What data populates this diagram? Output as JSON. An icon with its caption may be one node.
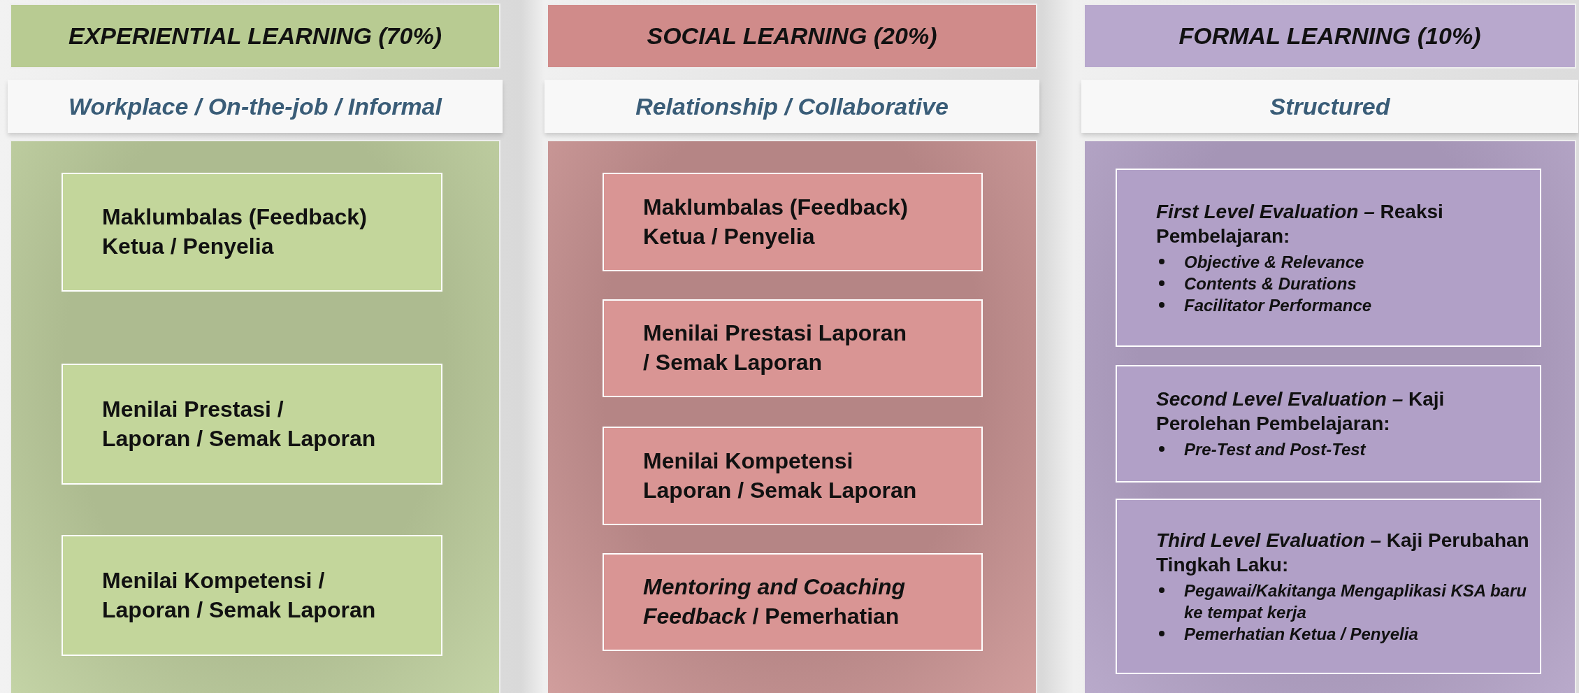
{
  "diagram": {
    "nodes": [
      {
        "text": [
          "EXPERIENTIAL LEARNING (70%)"
        ]
      },
      {
        "text": [
          "Workplace / On-the-job / Informal"
        ]
      },
      {
        "text": [],
        "shape": "box"
      },
      {
        "text": [
          "Maklumbalas (Feedback) Ketua / Penyelia"
        ],
        "in": 2
      },
      {
        "text": [
          "Menilai Prestasi / Laporan / Semak Laporan"
        ],
        "in": 2
      },
      {
        "text": [
          "Menilai Kompetensi / Laporan / Semak Laporan"
        ],
        "in": 2
      },
      {
        "text": [
          "SOCIAL LEARNING (20%)"
        ]
      },
      {
        "text": [
          "Relationship / Collaborative"
        ]
      },
      {
        "text": [],
        "shape": "box"
      },
      {
        "text": [
          "Maklumbalas (Feedback) Ketua / Penyelia"
        ],
        "in": 8
      },
      {
        "text": [
          "Menilai Prestasi Laporan / Semak Laporan"
        ],
        "in": 8
      },
      {
        "text": [
          "Menilai Kompetensi Laporan / Semak Laporan"
        ],
        "in": 8
      },
      {
        "text": [
          "*Mentoring and Coaching Feedback* / Pemerhatian"
        ],
        "in": 8
      },
      {
        "text": [
          "FORMAL LEARNING (10%)"
        ]
      },
      {
        "text": [
          "Structured"
        ]
      },
      {
        "text": [],
        "shape": "box"
      },
      {
        "text": [
          "*First Level Evaluation –* Reaksi Pembelajaran:",
          "Objective & Relevance",
          "Contents & Durations",
          "Facilitator Performance"
        ],
        "in": 15
      },
      {
        "text": [
          "*Second Level Evaluation –* Kaji Perolehan Pembelajaran:",
          "Pre-Test and Post-Test"
        ],
        "in": 15
      },
      {
        "text": [
          "*Third Level Evaluation –* Kaji Perubahan Tingkah Laku:",
          "Pegawai/Kakitanga Mengaplikasi KSA baru ke tempat kerja",
          "Pemerhatian Ketua / Penyelia"
        ],
        "in": 15
      }
    ]
  }
}
